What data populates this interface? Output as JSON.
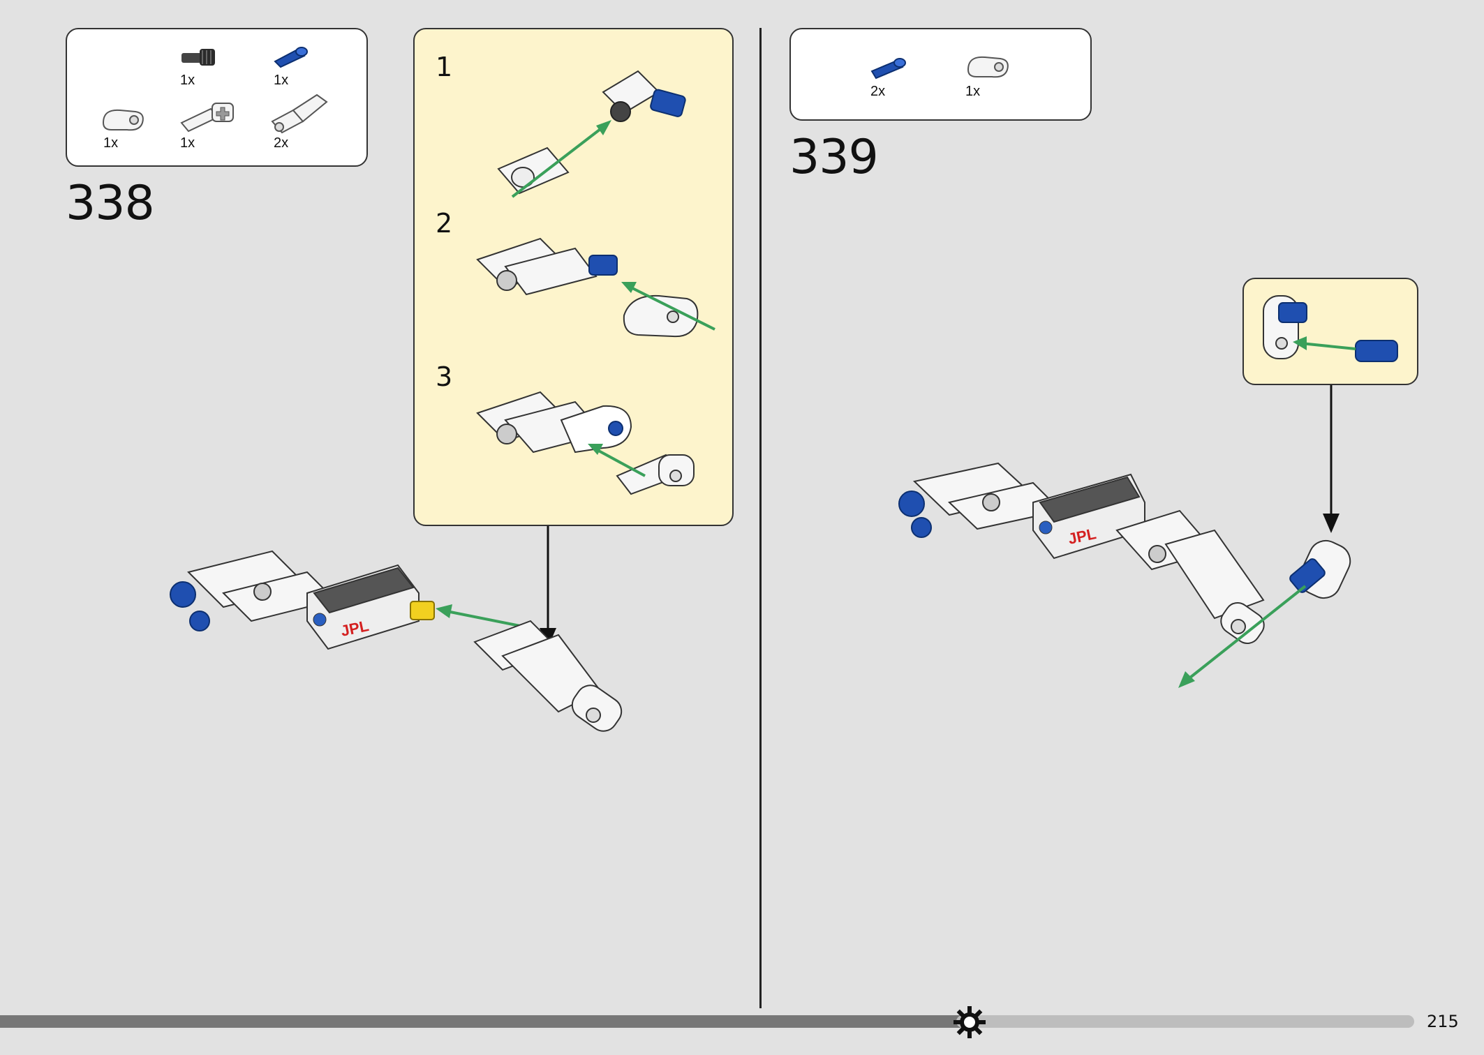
{
  "step_338": {
    "number": "338",
    "parts": [
      {
        "qty": "1x",
        "icon": "gear-axle-piece-icon",
        "color": "#333333"
      },
      {
        "qty": "1x",
        "icon": "blue-pin-icon",
        "color": "#1f4fb0"
      },
      {
        "qty": "1x",
        "icon": "thin-liftarm-icon",
        "color": "#f0f0f0"
      },
      {
        "qty": "1x",
        "icon": "axle-connector-icon",
        "color": "#f0f0f0"
      },
      {
        "qty": "2x",
        "icon": "angle-connector-icon",
        "color": "#f0f0f0"
      }
    ],
    "substeps": [
      "1",
      "2",
      "3"
    ]
  },
  "step_339": {
    "number": "339",
    "parts": [
      {
        "qty": "2x",
        "icon": "blue-pin-icon",
        "color": "#1f4fb0"
      },
      {
        "qty": "1x",
        "icon": "thin-liftarm-icon",
        "color": "#f0f0f0"
      }
    ]
  },
  "labels": {
    "jpl": "JPL"
  },
  "colors": {
    "callout_bg": "#fdf4cc",
    "arrow_green": "#3aa05a",
    "pin_blue": "#1f4fb0",
    "axle_yellow": "#f2d020"
  },
  "footer": {
    "page_number": "215",
    "icon": "gear-icon"
  }
}
